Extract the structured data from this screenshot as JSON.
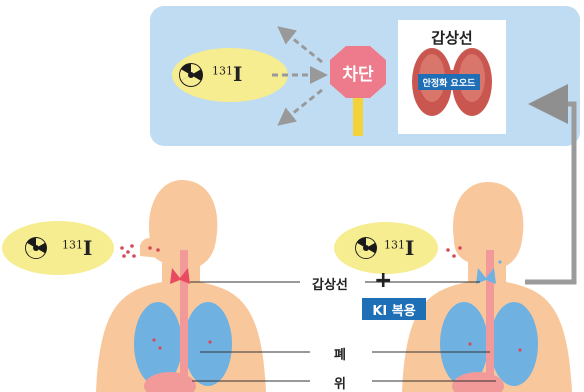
{
  "blocking_panel": {
    "stop_sign_text": "차단",
    "thyroid_title": "갑상선",
    "thyroid_label": "안정화 요오드",
    "isotope": {
      "mass": "131",
      "symbol": "I"
    }
  },
  "left_person": {
    "isotope": {
      "mass": "131",
      "symbol": "I"
    }
  },
  "right_person": {
    "isotope": {
      "mass": "131",
      "symbol": "I"
    },
    "plus": "+",
    "ki_badge": "KI 복용"
  },
  "labels": {
    "thyroid": "갑상선",
    "lungs": "폐",
    "stomach": "위"
  },
  "colors": {
    "panel": "#bfdcf2",
    "yellow": "#f6ec90",
    "skin": "#f9c79c",
    "lung": "#6fb2e2",
    "stop": "#ee7b8c",
    "badge": "#1f6fb7",
    "arrow": "#9b9b9b"
  }
}
